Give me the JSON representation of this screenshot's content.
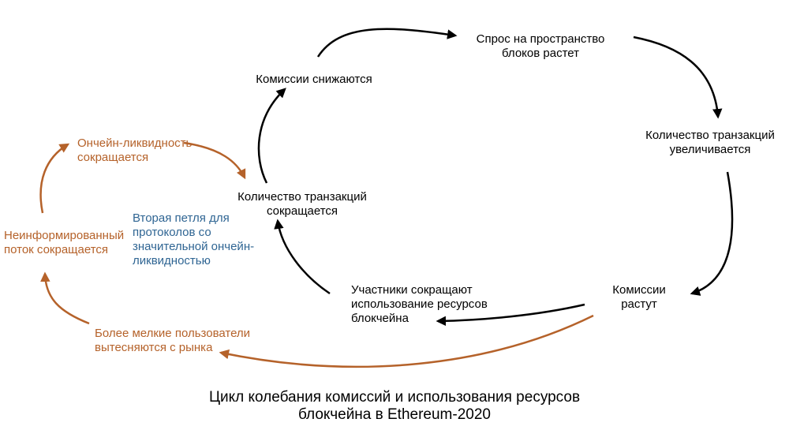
{
  "colors": {
    "black_loop": "#000000",
    "orange_loop": "#b5622a",
    "blue_note": "#2f6593",
    "background": "#ffffff"
  },
  "nodes": {
    "commissions_decrease": "Комиссии снижаются",
    "block_space_demand": "Спрос на пространство\nблоков растет",
    "tx_count_increases": "Количество транзакций\nувеличивается",
    "commissions_rise": "Комиссии\nрастут",
    "participants_reduce": "Участники сокращают\nиспользование ресурсов\nблокчейна",
    "tx_count_decreases": "Количество транзакций\nсокращается",
    "onchain_liquidity": "Ончейн-ликвидность\nсокращается",
    "uninformed_flow": "Неинформированный\nпоток сокращается",
    "small_users": "Более мелкие пользователи\nвытесняются с рынка"
  },
  "note": "Вторая петля для\nпротоколов со\nзначительной ончейн-\nликвидностью",
  "caption": "Цикл колебания комиссий и использования ресурсов\nблокчейна в Ethereum-2020"
}
